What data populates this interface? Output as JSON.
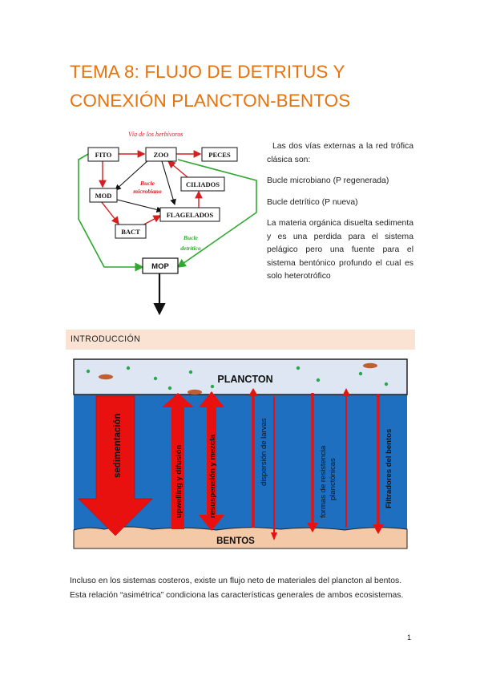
{
  "title": {
    "line1": "TEMA 8: FLUJO DE DETRITUS Y",
    "line2": "CONEXIÓN PLANCTON-BENTOS"
  },
  "food_web": {
    "herbivore_label": "Vía de los herbívoros",
    "microbial_label_1": "Bucle",
    "microbial_label_2": "microbiano",
    "detrital_label_1": "Bucle",
    "detrital_label_2": "detrítico",
    "nodes": {
      "fito": "FITO",
      "zoo": "ZOO",
      "peces": "PECES",
      "mod": "MOD",
      "ciliados": "CILIADOS",
      "flagelados": "FLAGELADOS",
      "bact": "BACT",
      "mop": "MOP"
    },
    "colors": {
      "herbivore": "#d42020",
      "detrital": "#2ea82e",
      "box_border": "#111111"
    }
  },
  "side_text": {
    "p1": "Las dos vías externas a la red trófica clásica son:",
    "p2": "Bucle microbiano (P regenerada)",
    "p3": "Bucle detrítico (P nueva)",
    "p4": "La materia orgánica disuelta sedimenta y es una perdida para el sistema pelágico pero una fuente para el sistema bentónico profundo el cual es solo heterotrófico"
  },
  "section": {
    "heading": "INTRODUCCIÓN"
  },
  "ocean": {
    "plancton": "PLANCTON",
    "bentos": "BENTOS",
    "sedimentacion": "sedimentación",
    "upwelling": "upwelling y difusión",
    "resuspension": "resuspensión y mezcla",
    "dispersion": "dispersión de larvas",
    "formas_1": "formas de resistencia",
    "formas_2": "planctónicas",
    "filtradores": "Filtradores del bentos",
    "colors": {
      "water": "#1e6fc0",
      "surface": "#dde6f2",
      "arrow": "#e8110f",
      "sediment": "#f4c9a8"
    }
  },
  "body": {
    "paragraph": "Incluso en los sistemas costeros, existe un flujo neto de materiales del plancton al bentos. Esta relación “asimétrica” condiciona las características generales de ambos ecosistemas."
  },
  "page_number": "1"
}
